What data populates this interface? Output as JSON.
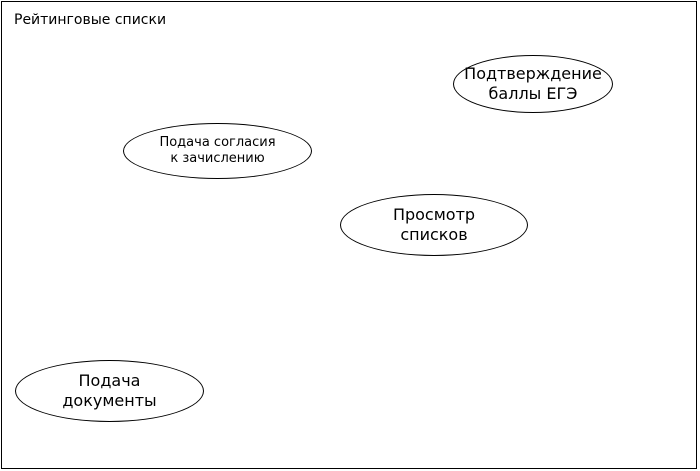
{
  "frame": {
    "title": "Рейтинговые списки"
  },
  "nodes": {
    "confirm_scores": {
      "line1": "Подтверждение",
      "line2": "баллы ЕГЭ"
    },
    "submit_consent": {
      "line1": "Подача согласия",
      "line2": "к зачислению"
    },
    "view_lists": {
      "line1": "Просмотр",
      "line2": "списков"
    },
    "submit_documents": {
      "line1": "Подача",
      "line2": "документы"
    }
  }
}
